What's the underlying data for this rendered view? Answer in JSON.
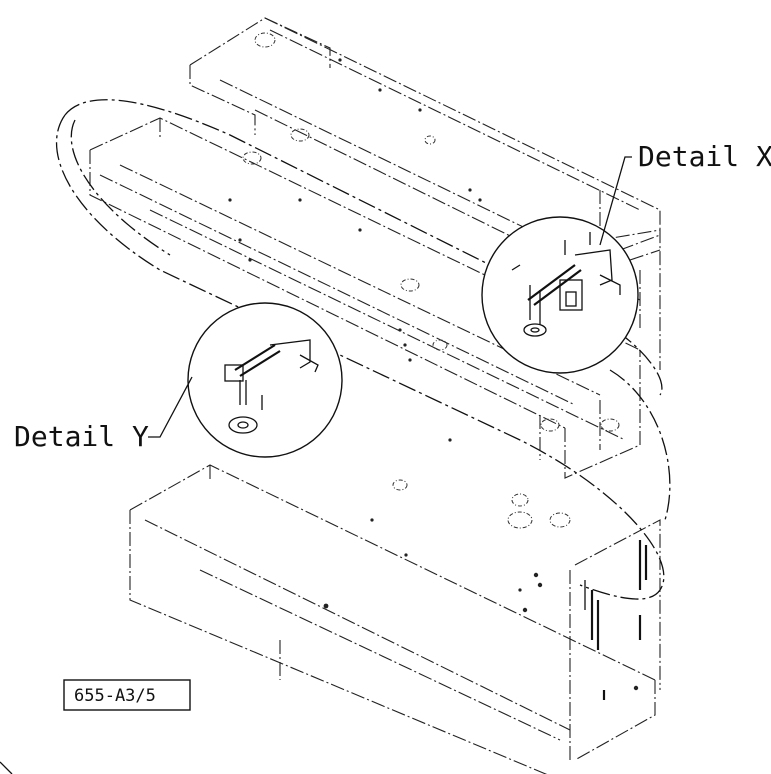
{
  "callouts": {
    "detail_x": "Detail X",
    "detail_y": "Detail Y"
  },
  "reference": "655-A3/5"
}
